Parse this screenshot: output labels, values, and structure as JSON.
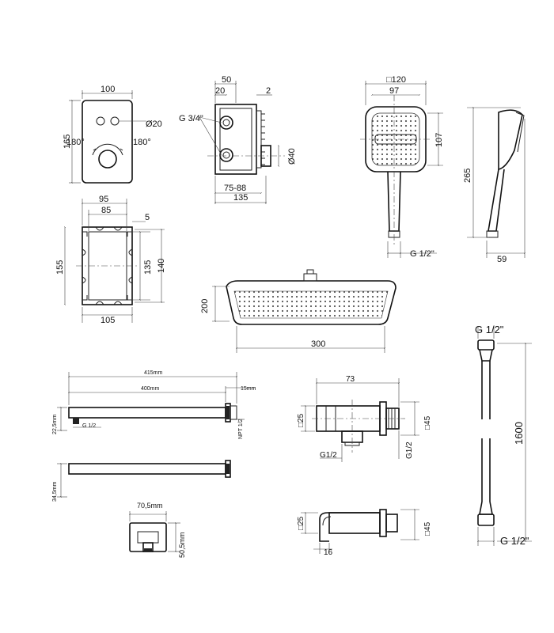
{
  "mixer_panel": {
    "width": "100",
    "height": "165",
    "outlet_dia": "Ø20",
    "angle_left": "180°",
    "angle_right": "180°"
  },
  "concealed_box": {
    "top_50": "50",
    "top_20": "20",
    "offset_2": "2",
    "thread": "G 3/4\"",
    "dia_40": "Ø40",
    "depth_range": "75-88",
    "depth_total": "135"
  },
  "mounting_frame": {
    "width_95": "95",
    "width_85": "85",
    "gap_5": "5",
    "height_155": "155",
    "height_135": "135",
    "height_140": "140",
    "width_105": "105"
  },
  "hand_shower": {
    "head_square": "□120",
    "head_width": "97",
    "head_height": "107",
    "total_length": "265",
    "connection": "G 1/2\"",
    "depth": "59"
  },
  "rain_shower": {
    "height": "200",
    "width": "300"
  },
  "hose": {
    "top_thread": "G 1/2\"",
    "length": "1600",
    "bottom_thread": "G 1/2\""
  },
  "shower_arm": {
    "length_total": "415mm",
    "length_arm": "400mm",
    "flange_depth": "15mm",
    "section": "22,5mm",
    "thread_left": "G 1/2",
    "thread_right": "NPT 1/2",
    "side_height": "34,5mm"
  },
  "arm_flange": {
    "width": "70,5mm",
    "height": "50,5mm"
  },
  "wall_outlet": {
    "length": "73",
    "square_25": "□25",
    "square_45": "□45",
    "thread_left": "G1/2",
    "thread_right": "G1/2",
    "top_square_25": "□25",
    "top_square_45": "□45",
    "offset_16": "16"
  }
}
